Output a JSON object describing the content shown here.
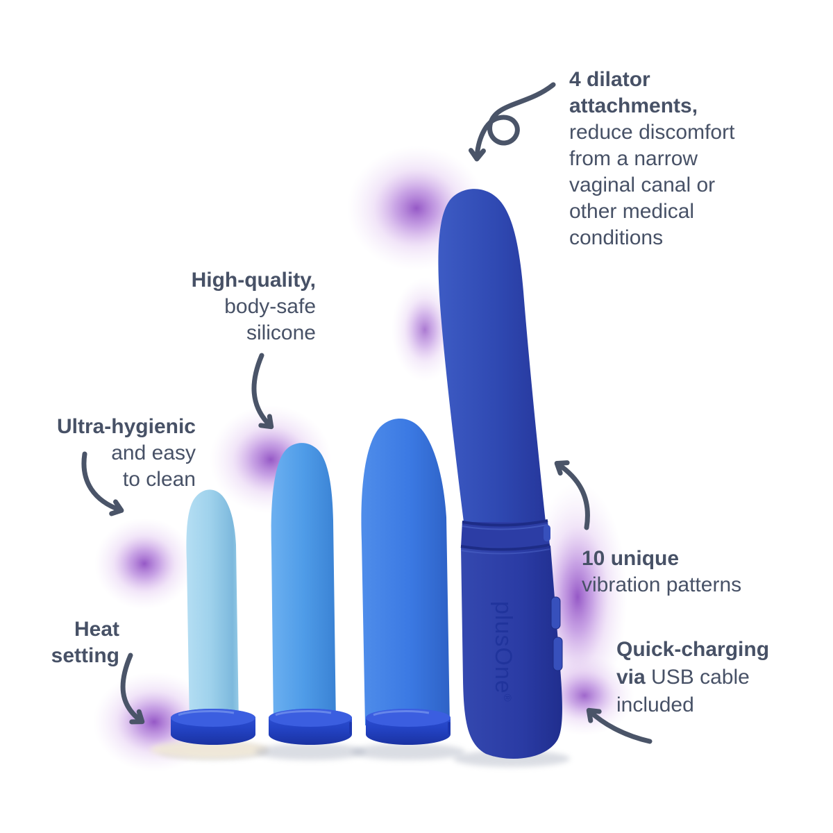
{
  "brand": {
    "logo": "plusOne",
    "registered": "®"
  },
  "callouts": {
    "attachments": {
      "bold1": "4 dilator",
      "bold2": "attachments,",
      "l3": "reduce discomfort",
      "l4": "from a narrow",
      "l5": "vaginal canal or",
      "l6": "other medical",
      "l7": "conditions"
    },
    "silicone": {
      "bold1": "High-quality,",
      "l2": "body-safe",
      "l3": "silicone"
    },
    "hygienic": {
      "bold1": "Ultra-hygienic",
      "l2": "and easy",
      "l3": "to clean"
    },
    "heat": {
      "bold1": "Heat",
      "bold2": "setting"
    },
    "vibration": {
      "bold1": "10 unique",
      "l2": "vibration patterns"
    },
    "charging": {
      "bold1": "Quick-charging",
      "bold2": "via",
      "l2rest": " USB cable",
      "l3": "included"
    }
  },
  "products": {
    "small_dilator_color": "#9fd2ec",
    "medium_dilator_color": "#4f9ce8",
    "large_dilator_color": "#3b79e3",
    "vibrator_color": "#2e45ad",
    "base_color": "#2343c4"
  },
  "palette": {
    "background": "#ffffff",
    "text": "#475166",
    "arrow": "#4a5468",
    "glow": "#8e4ec9"
  }
}
